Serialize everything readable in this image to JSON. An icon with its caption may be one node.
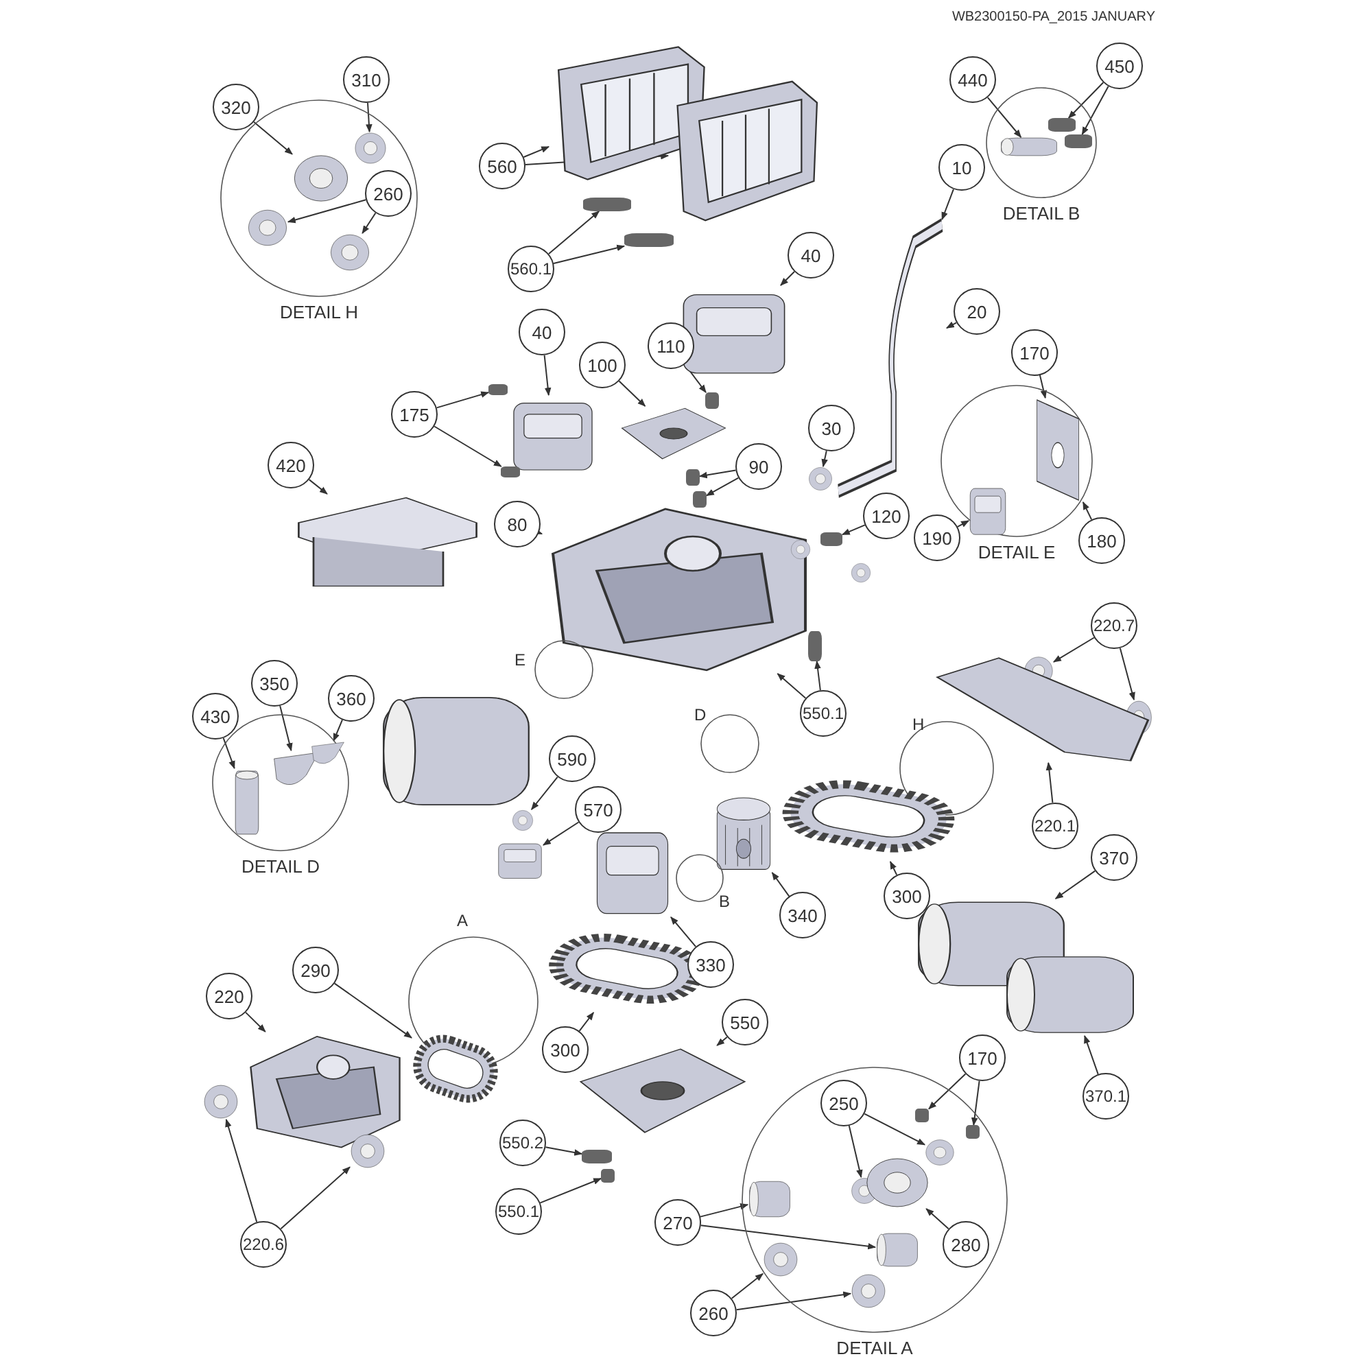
{
  "diagram": {
    "nodes": [
      {
        "text": [],
        "shape": "circle",
        "beside": [
          "DETAIL H"
        ]
      },
      {
        "text": [
          "320"
        ]
      },
      {
        "text": [
          "310"
        ]
      },
      {
        "text": [
          "260"
        ],
        "in": 0
      },
      {
        "text": [],
        "shape": "picture",
        "in": 0
      },
      {
        "text": [],
        "shape": "picture",
        "in": 0
      },
      {
        "text": [],
        "shape": "picture",
        "in": 0
      },
      {
        "text": [],
        "shape": "picture",
        "in": 0
      },
      {
        "text": [
          "560"
        ]
      },
      {
        "text": [],
        "shape": "picture"
      },
      {
        "text": [],
        "shape": "picture"
      },
      {
        "text": [
          "560.1"
        ]
      },
      {
        "text": [],
        "shape": "bar"
      },
      {
        "text": [],
        "shape": "bar"
      },
      {
        "text": [],
        "shape": "circle",
        "beside": [
          "DETAIL B"
        ]
      },
      {
        "text": [
          "440"
        ]
      },
      {
        "text": [
          "450"
        ]
      },
      {
        "text": [],
        "shape": "picture",
        "in": 14
      },
      {
        "text": [],
        "shape": "bar",
        "in": 14
      },
      {
        "text": [],
        "shape": "bar",
        "in": 14
      },
      {
        "text": [
          "10"
        ]
      },
      {
        "text": [
          "20"
        ]
      },
      {
        "text": [],
        "shape": "picture"
      },
      {
        "text": [
          "40"
        ]
      },
      {
        "text": [],
        "shape": "picture"
      },
      {
        "text": [
          "40"
        ]
      },
      {
        "text": [
          "175"
        ]
      },
      {
        "text": [
          "100"
        ]
      },
      {
        "text": [
          "110"
        ]
      },
      {
        "text": [],
        "shape": "picture"
      },
      {
        "text": [],
        "shape": "bar"
      },
      {
        "text": [],
        "shape": "bar"
      },
      {
        "text": [],
        "shape": "picture"
      },
      {
        "text": [],
        "shape": "bar"
      },
      {
        "text": [],
        "shape": "circle",
        "beside": [
          "DETAIL E"
        ]
      },
      {
        "text": [
          "170"
        ]
      },
      {
        "text": [
          "190"
        ]
      },
      {
        "text": [
          "180"
        ]
      },
      {
        "text": [],
        "shape": "picture",
        "in": 34
      },
      {
        "text": [],
        "shape": "picture",
        "in": 34
      },
      {
        "text": [
          "420"
        ]
      },
      {
        "text": [
          "90"
        ]
      },
      {
        "text": [
          "80"
        ]
      },
      {
        "text": [
          "30"
        ]
      },
      {
        "text": [
          "120"
        ]
      },
      {
        "text": [],
        "shape": "picture"
      },
      {
        "text": [],
        "shape": "bar"
      },
      {
        "text": [],
        "shape": "bar"
      },
      {
        "text": [],
        "shape": "picture"
      },
      {
        "text": [],
        "shape": "picture"
      },
      {
        "text": [],
        "shape": "bar"
      },
      {
        "text": [],
        "shape": "circle",
        "beside": [
          "E"
        ]
      },
      {
        "text": [
          "550.1"
        ]
      },
      {
        "text": [],
        "shape": "bar"
      },
      {
        "text": [
          "220.7"
        ]
      },
      {
        "text": [],
        "shape": "picture"
      },
      {
        "text": [],
        "shape": "picture"
      },
      {
        "text": [],
        "shape": "picture"
      },
      {
        "text": [
          "220.1"
        ]
      },
      {
        "text": [],
        "shape": "circle",
        "beside": [
          "H"
        ]
      },
      {
        "text": [],
        "shape": "circle",
        "beside": [
          "DETAIL D"
        ]
      },
      {
        "text": [
          "430"
        ]
      },
      {
        "text": [
          "350"
        ]
      },
      {
        "text": [
          "360"
        ]
      },
      {
        "text": [],
        "shape": "picture",
        "in": 60
      },
      {
        "text": [],
        "shape": "picture",
        "in": 60
      },
      {
        "text": [],
        "shape": "picture",
        "in": 60
      },
      {
        "text": [
          "590"
        ]
      },
      {
        "text": [
          "570"
        ]
      },
      {
        "text": [],
        "shape": "picture"
      },
      {
        "text": [],
        "shape": "picture"
      },
      {
        "text": [],
        "shape": "circle",
        "beside": [
          "D"
        ]
      },
      {
        "text": [],
        "shape": "picture"
      },
      {
        "text": [],
        "shape": "picture"
      },
      {
        "text": [
          "300"
        ]
      },
      {
        "text": [
          "340"
        ]
      },
      {
        "text": [
          "370"
        ]
      },
      {
        "text": [],
        "shape": "picture"
      },
      {
        "text": [],
        "shape": "picture"
      },
      {
        "text": [],
        "shape": "circle",
        "beside": [
          "B"
        ]
      },
      {
        "text": [
          "330"
        ]
      },
      {
        "text": [
          "290"
        ]
      },
      {
        "text": [
          "220"
        ]
      },
      {
        "text": [],
        "shape": "circle",
        "beside": [
          "A"
        ]
      },
      {
        "text": [],
        "shape": "picture"
      },
      {
        "text": [
          "300"
        ]
      },
      {
        "text": [],
        "shape": "picture"
      },
      {
        "text": [],
        "shape": "picture"
      },
      {
        "text": [
          "550"
        ]
      },
      {
        "text": [],
        "shape": "picture"
      },
      {
        "text": [],
        "shape": "picture"
      },
      {
        "text": [
          "370.1"
        ]
      },
      {
        "text": [],
        "shape": "circle",
        "beside": [
          "DETAIL A"
        ]
      },
      {
        "text": [
          "170"
        ]
      },
      {
        "text": [
          "250"
        ],
        "in": 92
      },
      {
        "text": [],
        "shape": "bar",
        "in": 92
      },
      {
        "text": [],
        "shape": "bar",
        "in": 92
      },
      {
        "text": [],
        "shape": "picture",
        "in": 92
      },
      {
        "text": [],
        "shape": "picture",
        "in": 92
      },
      {
        "text": [],
        "shape": "picture",
        "in": 92
      },
      {
        "text": [
          "550.2"
        ]
      },
      {
        "text": [],
        "shape": "bar"
      },
      {
        "text": [],
        "shape": "bar"
      },
      {
        "text": [
          "550.1"
        ]
      },
      {
        "text": [
          "270"
        ]
      },
      {
        "text": [
          "280"
        ],
        "in": 92
      },
      {
        "text": [
          "220.6"
        ]
      },
      {
        "text": [],
        "shape": "picture"
      },
      {
        "text": [],
        "shape": "picture"
      },
      {
        "text": [],
        "shape": "picture",
        "in": 92
      },
      {
        "text": [],
        "shape": "picture",
        "in": 92
      },
      {
        "text": [],
        "shape": "picture",
        "in": 92
      },
      {
        "text": [],
        "shape": "picture",
        "in": 92
      },
      {
        "text": [
          "260"
        ]
      }
    ],
    "edges": [
      {
        "from": 1,
        "to": 4,
        "arrow": "to"
      },
      {
        "from": 2,
        "to": 5,
        "arrow": "to"
      },
      {
        "from": 3,
        "to": 6,
        "arrow": "to"
      },
      {
        "from": 3,
        "to": 7,
        "arrow": "to"
      },
      {
        "from": 8,
        "to": 9,
        "arrow": "to"
      },
      {
        "from": 8,
        "to": 10,
        "arrow": "to"
      },
      {
        "from": 11,
        "to": 12,
        "arrow": "to"
      },
      {
        "from": 11,
        "to": 13,
        "arrow": "to"
      },
      {
        "from": 15,
        "to": 17,
        "arrow": "to"
      },
      {
        "from": 16,
        "to": 18,
        "arrow": "to"
      },
      {
        "from": 16,
        "to": 19,
        "arrow": "to"
      },
      {
        "from": 20,
        "to": 22,
        "arrow": "to"
      },
      {
        "from": 21,
        "to": 22,
        "arrow": "to"
      },
      {
        "from": 23,
        "to": 24,
        "arrow": "to"
      },
      {
        "from": 25,
        "to": 29,
        "arrow": "to"
      },
      {
        "from": 26,
        "to": 30,
        "arrow": "to"
      },
      {
        "from": 26,
        "to": 31,
        "arrow": "to"
      },
      {
        "from": 27,
        "to": 32,
        "arrow": "to"
      },
      {
        "from": 28,
        "to": 33,
        "arrow": "to"
      },
      {
        "from": 35,
        "to": 38,
        "arrow": "to"
      },
      {
        "from": 37,
        "to": 38,
        "arrow": "to"
      },
      {
        "from": 36,
        "to": 39,
        "arrow": "to"
      },
      {
        "from": 40,
        "to": 45,
        "arrow": "to"
      },
      {
        "from": 41,
        "to": 46,
        "arrow": "to"
      },
      {
        "from": 41,
        "to": 47,
        "arrow": "to"
      },
      {
        "from": 42,
        "to": 48,
        "arrow": "to"
      },
      {
        "from": 43,
        "to": 49,
        "arrow": "to"
      },
      {
        "from": 44,
        "to": 50,
        "arrow": "to"
      },
      {
        "from": 52,
        "to": 48,
        "arrow": "to"
      },
      {
        "from": 52,
        "to": 53,
        "arrow": "to"
      },
      {
        "from": 54,
        "to": 55,
        "arrow": "to"
      },
      {
        "from": 54,
        "to": 56,
        "arrow": "to"
      },
      {
        "from": 58,
        "to": 57,
        "arrow": "to"
      },
      {
        "from": 61,
        "to": 64,
        "arrow": "to"
      },
      {
        "from": 62,
        "to": 65,
        "arrow": "to"
      },
      {
        "from": 63,
        "to": 66,
        "arrow": "to"
      },
      {
        "from": 67,
        "to": 69,
        "arrow": "to"
      },
      {
        "from": 68,
        "to": 70,
        "arrow": "to"
      },
      {
        "from": 74,
        "to": 73,
        "arrow": "to"
      },
      {
        "from": 75,
        "to": 72,
        "arrow": "to"
      },
      {
        "from": 76,
        "to": 77,
        "arrow": "to"
      },
      {
        "from": 80,
        "to": 78,
        "arrow": "to"
      },
      {
        "from": 81,
        "to": 86,
        "arrow": "to"
      },
      {
        "from": 82,
        "to": 87,
        "arrow": "to"
      },
      {
        "from": 85,
        "to": 84,
        "arrow": "to"
      },
      {
        "from": 88,
        "to": 89,
        "arrow": "to"
      },
      {
        "from": 91,
        "to": 90,
        "arrow": "to"
      },
      {
        "from": 93,
        "to": 95,
        "arrow": "to"
      },
      {
        "from": 93,
        "to": 96,
        "arrow": "to"
      },
      {
        "from": 94,
        "to": 97,
        "arrow": "to"
      },
      {
        "from": 94,
        "to": 98,
        "arrow": "to"
      },
      {
        "from": 105,
        "to": 99,
        "arrow": "to"
      },
      {
        "from": 100,
        "to": 101,
        "arrow": "to"
      },
      {
        "from": 103,
        "to": 102,
        "arrow": "to"
      },
      {
        "from": 104,
        "to": 109,
        "arrow": "to"
      },
      {
        "from": 104,
        "to": 110,
        "arrow": "to"
      },
      {
        "from": 106,
        "to": 107,
        "arrow": "to"
      },
      {
        "from": 106,
        "to": 108,
        "arrow": "to"
      },
      {
        "from": 113,
        "to": 111,
        "arrow": "to"
      },
      {
        "from": 113,
        "to": 112,
        "arrow": "to"
      }
    ],
    "labels": [
      "WB2300150-PA_2015 JANUARY"
    ]
  }
}
